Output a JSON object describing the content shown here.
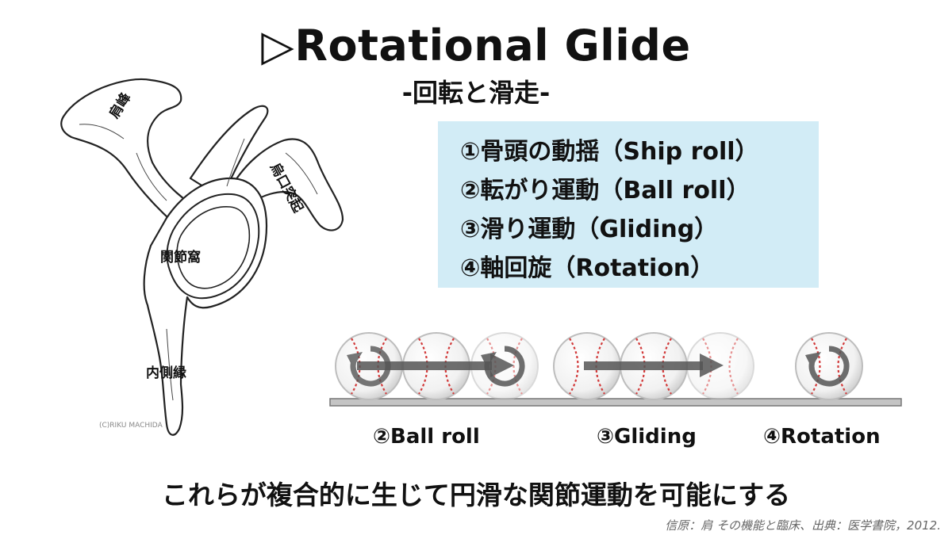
{
  "header": {
    "title": "▷Rotational Glide",
    "subtitle": "-回転と滑走-"
  },
  "info_box": {
    "items": [
      "①骨頭の動揺（Ship roll）",
      "②転がり運動（Ball roll）",
      "③滑り運動（Gliding）",
      "④軸回旋（Rotation）"
    ]
  },
  "scapula": {
    "labels": {
      "acromion": "肩峰",
      "coracoid": "烏口突起",
      "glenoid": "関節窩",
      "medial_border": "内側縁"
    },
    "copyright": "(C)RIKU MACHIDA"
  },
  "motion": {
    "labels": {
      "ball_roll": "②Ball roll",
      "gliding": "③Gliding",
      "rotation": "④Rotation"
    }
  },
  "footer": {
    "conclusion": "これらが複合的に生じて円滑な関節運動を可能にする",
    "source": "信原：肩 その機能と臨床、出典：医学書院，2012."
  },
  "colors": {
    "info_bg": "#d2ecf6",
    "stitch": "#d23a3a",
    "arrow": "#555555",
    "ground": "#bbbbbb"
  }
}
